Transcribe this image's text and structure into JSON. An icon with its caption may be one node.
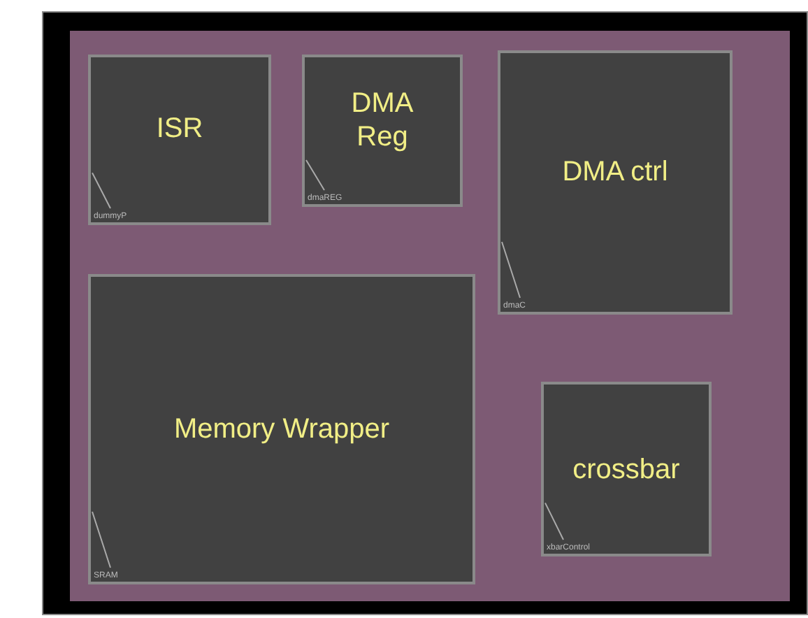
{
  "diagram": {
    "nodes": [
      {
        "text": [],
        "shape": "box"
      },
      {
        "text": [
          "ISR",
          "dummyP"
        ],
        "in": 0
      },
      {
        "text": [
          "DMA Reg",
          "dmaREG"
        ],
        "in": 0
      },
      {
        "text": [
          "DMA ctrl",
          "dmaC"
        ],
        "in": 0
      },
      {
        "text": [
          "Memory Wrapper",
          "SRAM"
        ],
        "in": 0
      },
      {
        "text": [
          "crossbar",
          "xbarControl"
        ],
        "in": 0
      }
    ]
  }
}
